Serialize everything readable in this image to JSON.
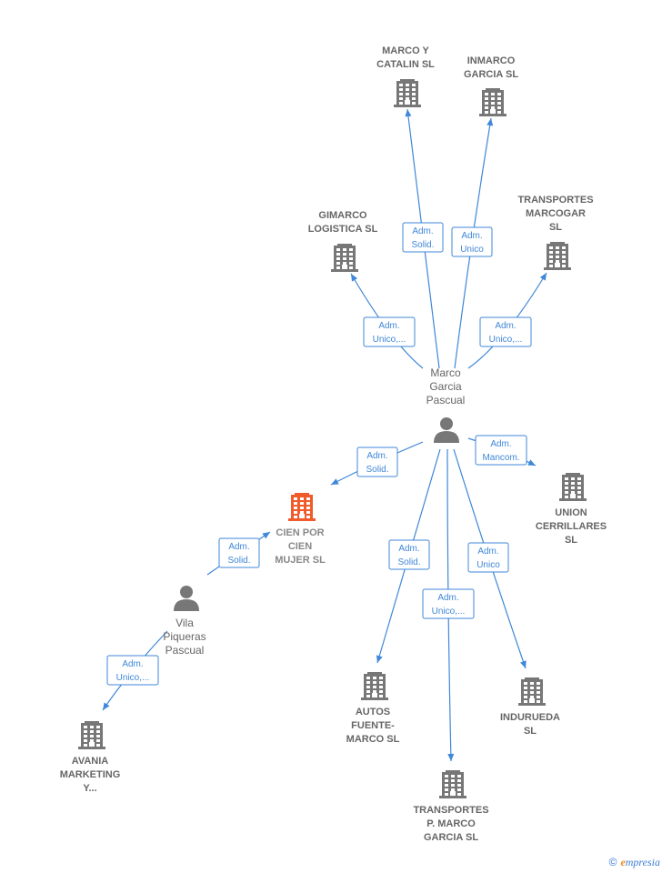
{
  "colors": {
    "company": "#777777",
    "company_highlight": "#f15a2b",
    "person": "#777777",
    "edge": "#3f87d8"
  },
  "nodes": [
    {
      "id": "marco-garcia",
      "type": "person",
      "lines": [
        "Marco",
        "Garcia",
        "Pascual"
      ]
    },
    {
      "id": "vila-piqueras",
      "type": "person",
      "lines": [
        "Vila",
        "Piqueras",
        "Pascual"
      ]
    },
    {
      "id": "cien-por-cien",
      "type": "company",
      "highlight": true,
      "lines": [
        "CIEN POR",
        "CIEN",
        "MUJER  SL"
      ]
    },
    {
      "id": "marco-y-catalin",
      "type": "company",
      "lines": [
        "MARCO Y",
        "CATALIN SL"
      ]
    },
    {
      "id": "inmarco",
      "type": "company",
      "lines": [
        "INMARCO",
        "GARCIA SL"
      ]
    },
    {
      "id": "gimarco",
      "type": "company",
      "lines": [
        "GIMARCO",
        "LOGISTICA  SL"
      ]
    },
    {
      "id": "transportes-marcogar",
      "type": "company",
      "lines": [
        "TRANSPORTES",
        "MARCOGAR",
        "SL"
      ]
    },
    {
      "id": "union-cerrillares",
      "type": "company",
      "lines": [
        "UNION",
        "CERRILLARES",
        "SL"
      ]
    },
    {
      "id": "autos-fuente",
      "type": "company",
      "lines": [
        "AUTOS",
        "FUENTE-",
        "MARCO SL"
      ]
    },
    {
      "id": "transportes-p-marco",
      "type": "company",
      "lines": [
        "TRANSPORTES",
        "P.  MARCO",
        "GARCIA SL"
      ]
    },
    {
      "id": "indurueda",
      "type": "company",
      "lines": [
        "INDURUEDA",
        "SL"
      ]
    },
    {
      "id": "avania",
      "type": "company",
      "lines": [
        "AVANIA",
        "MARKETING",
        "Y..."
      ]
    }
  ],
  "edges": [
    {
      "from": "marco-garcia",
      "to": "marco-y-catalin",
      "lines": [
        "Adm.",
        "Solid."
      ]
    },
    {
      "from": "marco-garcia",
      "to": "inmarco",
      "lines": [
        "Adm.",
        "Unico"
      ]
    },
    {
      "from": "marco-garcia",
      "to": "gimarco",
      "lines": [
        "Adm.",
        "Unico,..."
      ]
    },
    {
      "from": "marco-garcia",
      "to": "transportes-marcogar",
      "lines": [
        "Adm.",
        "Unico,..."
      ]
    },
    {
      "from": "marco-garcia",
      "to": "cien-por-cien",
      "lines": [
        "Adm.",
        "Solid."
      ]
    },
    {
      "from": "marco-garcia",
      "to": "union-cerrillares",
      "lines": [
        "Adm.",
        "Mancom."
      ]
    },
    {
      "from": "marco-garcia",
      "to": "autos-fuente",
      "lines": [
        "Adm.",
        "Solid."
      ]
    },
    {
      "from": "marco-garcia",
      "to": "transportes-p-marco",
      "lines": [
        "Adm.",
        "Unico,..."
      ]
    },
    {
      "from": "marco-garcia",
      "to": "indurueda",
      "lines": [
        "Adm.",
        "Unico"
      ]
    },
    {
      "from": "vila-piqueras",
      "to": "cien-por-cien",
      "lines": [
        "Adm.",
        "Solid."
      ]
    },
    {
      "from": "vila-piqueras",
      "to": "avania",
      "lines": [
        "Adm.",
        "Unico,..."
      ]
    }
  ],
  "credit": {
    "copyright": "©",
    "brand_initial": "e",
    "brand_rest": "mpresia"
  }
}
